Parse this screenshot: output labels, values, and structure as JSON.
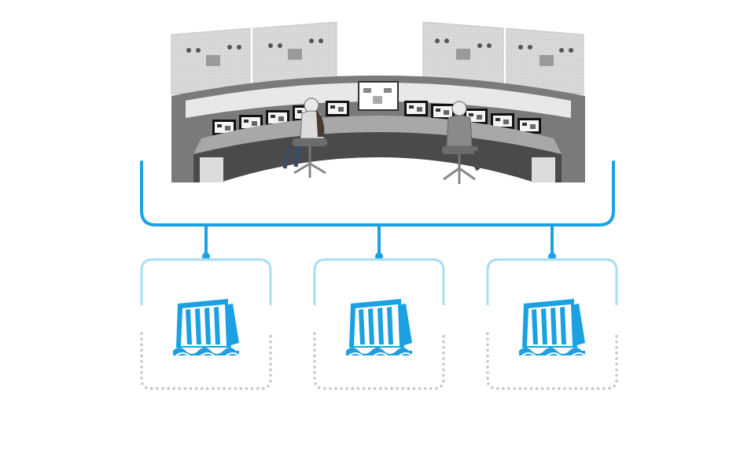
{
  "colors": {
    "background": "#ffffff",
    "network_line": "#1ba1e2",
    "node_outline_light": "#a9def3",
    "dotted_outline": "#c6c6c6",
    "dam_icon": "#1ba1e2",
    "panel_wall": "#d4d4d4",
    "desk_dark": "#4a4a4a",
    "desk_top": "#a8a8a8",
    "console_face": "#eeeeee"
  },
  "control_room": {
    "wall_panel_count": 4,
    "center_display": true,
    "operator_count": 2,
    "icon": "control-room-illustration"
  },
  "network": {
    "topology": "bus",
    "hub": "control-room",
    "branch_count": 3
  },
  "sites": [
    {
      "id": "site-1",
      "icon": "hydro-dam-icon"
    },
    {
      "id": "site-2",
      "icon": "hydro-dam-icon"
    },
    {
      "id": "site-3",
      "icon": "hydro-dam-icon"
    }
  ]
}
